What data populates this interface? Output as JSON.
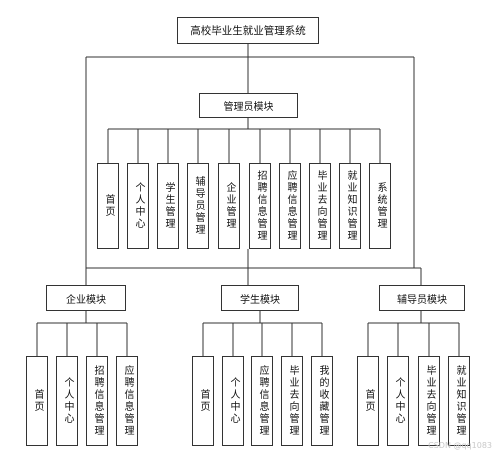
{
  "system_title": "高校毕业生就业管理系统",
  "admin": {
    "title": "管理员模块",
    "items": [
      "首页",
      "个人中心",
      "学生管理",
      "辅导员管理",
      "企业管理",
      "招聘信息管理",
      "应聘信息管理",
      "毕业去向管理",
      "就业知识管理",
      "系统管理"
    ]
  },
  "enterprise": {
    "title": "企业模块",
    "items": [
      "首页",
      "个人中心",
      "招聘信息管理",
      "应聘信息管理"
    ]
  },
  "student": {
    "title": "学生模块",
    "items": [
      "首页",
      "个人中心",
      "应聘信息管理",
      "毕业去向管理",
      "我的收藏管理"
    ]
  },
  "counselor": {
    "title": "辅导员模块",
    "items": [
      "首页",
      "个人中心",
      "毕业去向管理",
      "就业知识管理"
    ]
  },
  "watermark": "CSDN @qq1083"
}
